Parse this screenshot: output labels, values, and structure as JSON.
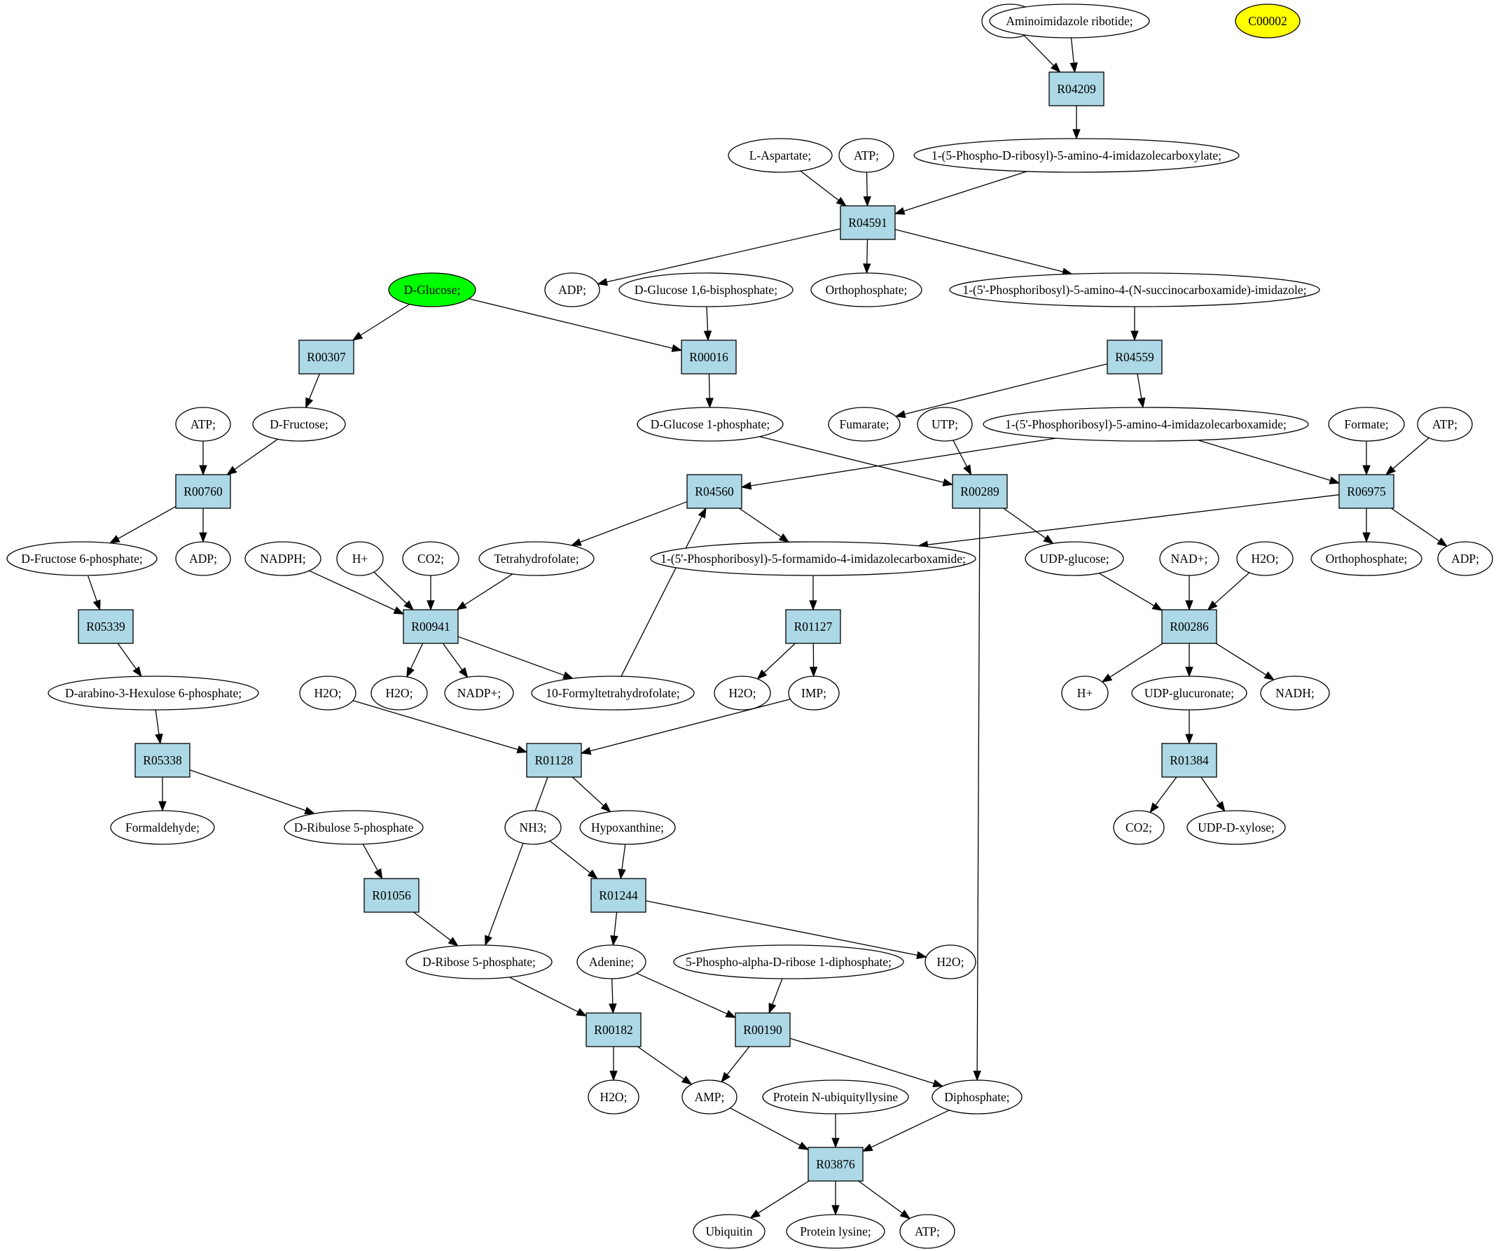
{
  "colors": {
    "reaction_fill": "#add8e6",
    "metabolite_fill": "#ffffff",
    "highlight_green": "#00ff00",
    "highlight_yellow": "#ffff00",
    "stroke": "#000000"
  },
  "reactions": [
    {
      "id": "r-R04209",
      "label": "R04209"
    },
    {
      "id": "r-R04591",
      "label": "R04591"
    },
    {
      "id": "r-R00307",
      "label": "R00307"
    },
    {
      "id": "r-R00016",
      "label": "R00016"
    },
    {
      "id": "r-R04559",
      "label": "R04559"
    },
    {
      "id": "r-R00760",
      "label": "R00760"
    },
    {
      "id": "r-R04560",
      "label": "R04560"
    },
    {
      "id": "r-R00289",
      "label": "R00289"
    },
    {
      "id": "r-R06975",
      "label": "R06975"
    },
    {
      "id": "r-R05339",
      "label": "R05339"
    },
    {
      "id": "r-R00941",
      "label": "R00941"
    },
    {
      "id": "r-R01127",
      "label": "R01127"
    },
    {
      "id": "r-R00286",
      "label": "R00286"
    },
    {
      "id": "r-R05338",
      "label": "R05338"
    },
    {
      "id": "r-R01128",
      "label": "R01128"
    },
    {
      "id": "r-R01384",
      "label": "R01384"
    },
    {
      "id": "r-R01056",
      "label": "R01056"
    },
    {
      "id": "r-R01244",
      "label": "R01244"
    },
    {
      "id": "r-R00182",
      "label": "R00182"
    },
    {
      "id": "r-R00190",
      "label": "R00190"
    },
    {
      "id": "r-R03876",
      "label": "R03876"
    }
  ],
  "metabolites": [
    {
      "id": "m-co2-top",
      "label": "CO2;"
    },
    {
      "id": "m-aminoimidazole",
      "label": "Aminoimidazole ribotide;"
    },
    {
      "id": "m-c00002",
      "label": "C00002",
      "highlight": "yellow"
    },
    {
      "id": "m-l-aspartate",
      "label": "L-Aspartate;"
    },
    {
      "id": "m-atp-1",
      "label": "ATP;"
    },
    {
      "id": "m-carboxylate",
      "label": "1-(5-Phospho-D-ribosyl)-5-amino-4-imidazolecarboxylate;"
    },
    {
      "id": "m-adp-1",
      "label": "ADP;"
    },
    {
      "id": "m-d-glucose",
      "label": "D-Glucose;",
      "highlight": "green"
    },
    {
      "id": "m-glucose-16bp",
      "label": "D-Glucose 1,6-bisphosphate;"
    },
    {
      "id": "m-orthophosphate-1",
      "label": "Orthophosphate;"
    },
    {
      "id": "m-saicar",
      "label": "1-(5'-Phosphoribosyl)-5-amino-4-(N-succinocarboxamide)-imidazole;"
    },
    {
      "id": "m-atp-2",
      "label": "ATP;"
    },
    {
      "id": "m-d-fructose",
      "label": "D-Fructose;"
    },
    {
      "id": "m-glucose-1p",
      "label": "D-Glucose 1-phosphate;"
    },
    {
      "id": "m-fumarate",
      "label": "Fumarate;"
    },
    {
      "id": "m-utp",
      "label": "UTP;"
    },
    {
      "id": "m-aicar",
      "label": "1-(5'-Phosphoribosyl)-5-amino-4-imidazolecarboxamide;"
    },
    {
      "id": "m-formate",
      "label": "Formate;"
    },
    {
      "id": "m-atp-3",
      "label": "ATP;"
    },
    {
      "id": "m-fructose-6p",
      "label": "D-Fructose 6-phosphate;"
    },
    {
      "id": "m-adp-2",
      "label": "ADP;"
    },
    {
      "id": "m-nadph",
      "label": "NADPH;"
    },
    {
      "id": "m-hplus-1",
      "label": "H+"
    },
    {
      "id": "m-co2-2",
      "label": "CO2;"
    },
    {
      "id": "m-thf",
      "label": "Tetrahydrofolate;"
    },
    {
      "id": "m-faicar",
      "label": "1-(5'-Phosphoribosyl)-5-formamido-4-imidazolecarboxamide;"
    },
    {
      "id": "m-udp-glucose",
      "label": "UDP-glucose;"
    },
    {
      "id": "m-nad",
      "label": "NAD+;"
    },
    {
      "id": "m-h2o-1",
      "label": "H2O;"
    },
    {
      "id": "m-orthophosphate-2",
      "label": "Orthophosphate;"
    },
    {
      "id": "m-adp-3",
      "label": "ADP;"
    },
    {
      "id": "m-hexulose-6p",
      "label": "D-arabino-3-Hexulose 6-phosphate;"
    },
    {
      "id": "m-h2o-2",
      "label": "H2O;"
    },
    {
      "id": "m-h2o-3",
      "label": "H2O;"
    },
    {
      "id": "m-nadp",
      "label": "NADP+;"
    },
    {
      "id": "m-10-formyl-thf",
      "label": "10-Formyltetrahydrofolate;"
    },
    {
      "id": "m-h2o-4",
      "label": "H2O;"
    },
    {
      "id": "m-imp",
      "label": "IMP;"
    },
    {
      "id": "m-hplus-2",
      "label": "H+"
    },
    {
      "id": "m-udp-glucuronate",
      "label": "UDP-glucuronate;"
    },
    {
      "id": "m-nadh",
      "label": "NADH;"
    },
    {
      "id": "m-formaldehyde",
      "label": "Formaldehyde;"
    },
    {
      "id": "m-ribulose-5p",
      "label": "D-Ribulose 5-phosphate"
    },
    {
      "id": "m-nh3",
      "label": "NH3;"
    },
    {
      "id": "m-hypoxanthine",
      "label": "Hypoxanthine;"
    },
    {
      "id": "m-co2-3",
      "label": "CO2;"
    },
    {
      "id": "m-udp-xylose",
      "label": "UDP-D-xylose;"
    },
    {
      "id": "m-ribose-5p",
      "label": "D-Ribose 5-phosphate;"
    },
    {
      "id": "m-adenine",
      "label": "Adenine;"
    },
    {
      "id": "m-prpp",
      "label": "5-Phospho-alpha-D-ribose 1-diphosphate;"
    },
    {
      "id": "m-h2o-5",
      "label": "H2O;"
    },
    {
      "id": "m-h2o-6",
      "label": "H2O;"
    },
    {
      "id": "m-amp",
      "label": "AMP;"
    },
    {
      "id": "m-protein-ubiquityllysine",
      "label": "Protein N-ubiquityllysine"
    },
    {
      "id": "m-diphosphate",
      "label": "Diphosphate;"
    },
    {
      "id": "m-ubiquitin",
      "label": "Ubiquitin"
    },
    {
      "id": "m-protein-lysine",
      "label": "Protein lysine;"
    },
    {
      "id": "m-atp-4",
      "label": "ATP;"
    }
  ],
  "edges": [
    [
      "m-co2-top",
      "r-R04209"
    ],
    [
      "m-aminoimidazole",
      "r-R04209"
    ],
    [
      "r-R04209",
      "m-carboxylate"
    ],
    [
      "m-l-aspartate",
      "r-R04591"
    ],
    [
      "m-atp-1",
      "r-R04591"
    ],
    [
      "m-carboxylate",
      "r-R04591"
    ],
    [
      "r-R04591",
      "m-adp-1"
    ],
    [
      "r-R04591",
      "m-orthophosphate-1"
    ],
    [
      "r-R04591",
      "m-saicar"
    ],
    [
      "m-d-glucose",
      "r-R00307"
    ],
    [
      "m-d-glucose",
      "r-R00016"
    ],
    [
      "m-glucose-16bp",
      "r-R00016"
    ],
    [
      "r-R00307",
      "m-d-fructose"
    ],
    [
      "r-R00016",
      "m-glucose-1p"
    ],
    [
      "m-saicar",
      "r-R04559"
    ],
    [
      "r-R04559",
      "m-fumarate"
    ],
    [
      "r-R04559",
      "m-aicar"
    ],
    [
      "m-atp-2",
      "r-R00760"
    ],
    [
      "m-d-fructose",
      "r-R00760"
    ],
    [
      "r-R00760",
      "m-fructose-6p"
    ],
    [
      "r-R00760",
      "m-adp-2"
    ],
    [
      "m-aicar",
      "r-R04560"
    ],
    [
      "m-10-formyl-thf",
      "r-R04560"
    ],
    [
      "r-R04560",
      "m-thf"
    ],
    [
      "r-R04560",
      "m-faicar"
    ],
    [
      "m-glucose-1p",
      "r-R00289"
    ],
    [
      "m-utp",
      "r-R00289"
    ],
    [
      "r-R00289",
      "m-udp-glucose"
    ],
    [
      "r-R00289",
      "m-diphosphate"
    ],
    [
      "m-aicar",
      "r-R06975"
    ],
    [
      "m-formate",
      "r-R06975"
    ],
    [
      "m-atp-3",
      "r-R06975"
    ],
    [
      "r-R06975",
      "m-faicar"
    ],
    [
      "r-R06975",
      "m-orthophosphate-2"
    ],
    [
      "r-R06975",
      "m-adp-3"
    ],
    [
      "m-fructose-6p",
      "r-R05339"
    ],
    [
      "r-R05339",
      "m-hexulose-6p"
    ],
    [
      "m-nadph",
      "r-R00941"
    ],
    [
      "m-hplus-1",
      "r-R00941"
    ],
    [
      "m-co2-2",
      "r-R00941"
    ],
    [
      "m-thf",
      "r-R00941"
    ],
    [
      "r-R00941",
      "m-h2o-3"
    ],
    [
      "r-R00941",
      "m-nadp"
    ],
    [
      "r-R00941",
      "m-10-formyl-thf"
    ],
    [
      "m-faicar",
      "r-R01127"
    ],
    [
      "r-R01127",
      "m-h2o-4"
    ],
    [
      "r-R01127",
      "m-imp"
    ],
    [
      "m-udp-glucose",
      "r-R00286"
    ],
    [
      "m-nad",
      "r-R00286"
    ],
    [
      "m-h2o-1",
      "r-R00286"
    ],
    [
      "r-R00286",
      "m-hplus-2"
    ],
    [
      "r-R00286",
      "m-udp-glucuronate"
    ],
    [
      "r-R00286",
      "m-nadh"
    ],
    [
      "m-hexulose-6p",
      "r-R05338"
    ],
    [
      "r-R05338",
      "m-formaldehyde"
    ],
    [
      "r-R05338",
      "m-ribulose-5p"
    ],
    [
      "m-h2o-2",
      "r-R01128"
    ],
    [
      "m-imp",
      "r-R01128"
    ],
    [
      "r-R01128",
      "m-ribose-5p"
    ],
    [
      "r-R01128",
      "m-hypoxanthine"
    ],
    [
      "m-udp-glucuronate",
      "r-R01384"
    ],
    [
      "r-R01384",
      "m-co2-3"
    ],
    [
      "r-R01384",
      "m-udp-xylose"
    ],
    [
      "m-ribulose-5p",
      "r-R01056"
    ],
    [
      "r-R01056",
      "m-ribose-5p"
    ],
    [
      "m-nh3",
      "r-R01244"
    ],
    [
      "m-hypoxanthine",
      "r-R01244"
    ],
    [
      "r-R01244",
      "m-adenine"
    ],
    [
      "r-R01244",
      "m-h2o-5"
    ],
    [
      "m-ribose-5p",
      "r-R00182"
    ],
    [
      "m-adenine",
      "r-R00182"
    ],
    [
      "r-R00182",
      "m-h2o-6"
    ],
    [
      "r-R00182",
      "m-amp"
    ],
    [
      "m-adenine",
      "r-R00190"
    ],
    [
      "m-prpp",
      "r-R00190"
    ],
    [
      "r-R00190",
      "m-amp"
    ],
    [
      "r-R00190",
      "m-diphosphate"
    ],
    [
      "m-amp",
      "r-R03876"
    ],
    [
      "m-protein-ubiquityllysine",
      "r-R03876"
    ],
    [
      "m-diphosphate",
      "r-R03876"
    ],
    [
      "r-R03876",
      "m-ubiquitin"
    ],
    [
      "r-R03876",
      "m-protein-lysine"
    ],
    [
      "r-R03876",
      "m-atp-4"
    ]
  ]
}
